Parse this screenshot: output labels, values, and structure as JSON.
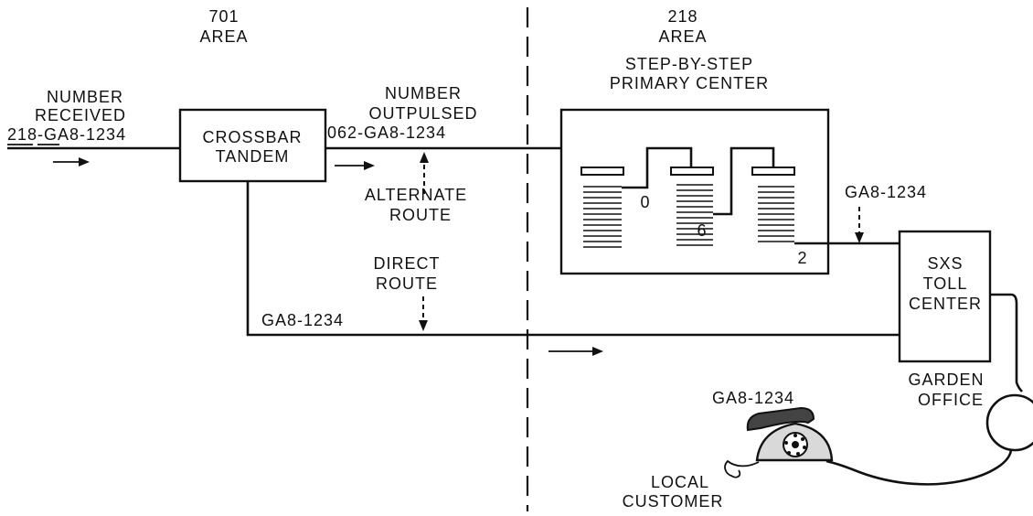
{
  "areas": {
    "left_code": "701",
    "left_word": "AREA",
    "right_code": "218",
    "right_word": "AREA"
  },
  "primary_center": {
    "line1": "STEP-BY-STEP",
    "line2": "PRIMARY CENTER",
    "selector_digits": [
      "0",
      "6",
      "2"
    ]
  },
  "number_received": {
    "line1": "NUMBER",
    "line2": "RECEIVED",
    "value": "218-GA8-1234"
  },
  "crossbar": {
    "line1": "CROSSBAR",
    "line2": "TANDEM"
  },
  "number_outpulsed": {
    "line1": "NUMBER",
    "line2": "OUTPULSED",
    "value": "062-GA8-1234"
  },
  "alternate_route": {
    "line1": "ALTERNATE",
    "line2": "ROUTE"
  },
  "direct_route": {
    "line1": "DIRECT",
    "line2": "ROUTE",
    "number": "GA8-1234"
  },
  "trunk_number": "GA8-1234",
  "toll_center": {
    "line1": "SXS",
    "line2": "TOLL",
    "line3": "CENTER"
  },
  "garden_office": {
    "line1": "GARDEN",
    "line2": "OFFICE"
  },
  "customer": {
    "number": "GA8-1234",
    "line1": "LOCAL",
    "line2": "CUSTOMER"
  }
}
